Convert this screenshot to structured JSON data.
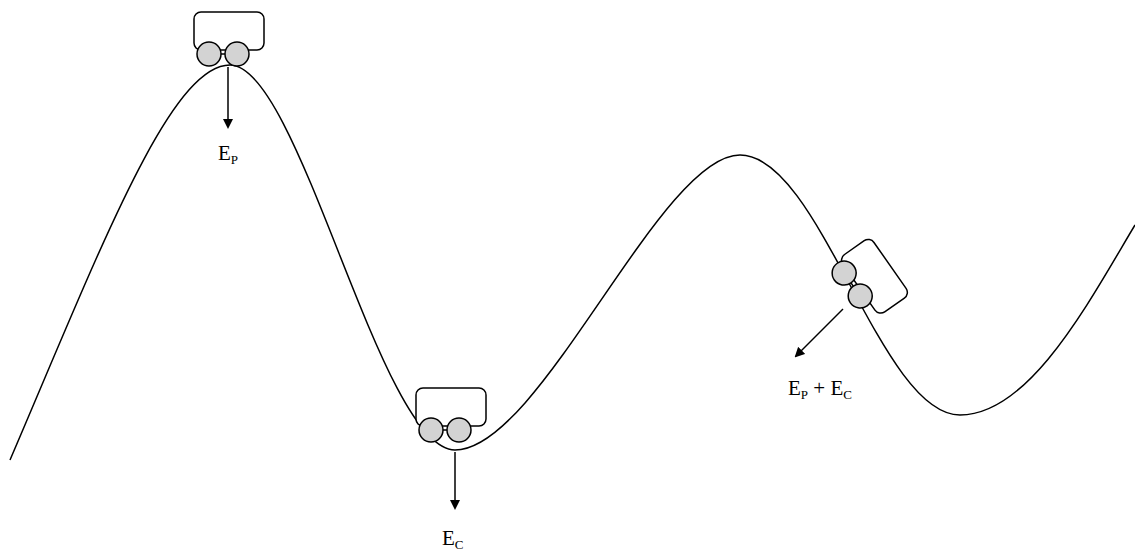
{
  "diagram": {
    "labels": [
      "EP",
      "EC",
      "EP + EC"
    ]
  }
}
